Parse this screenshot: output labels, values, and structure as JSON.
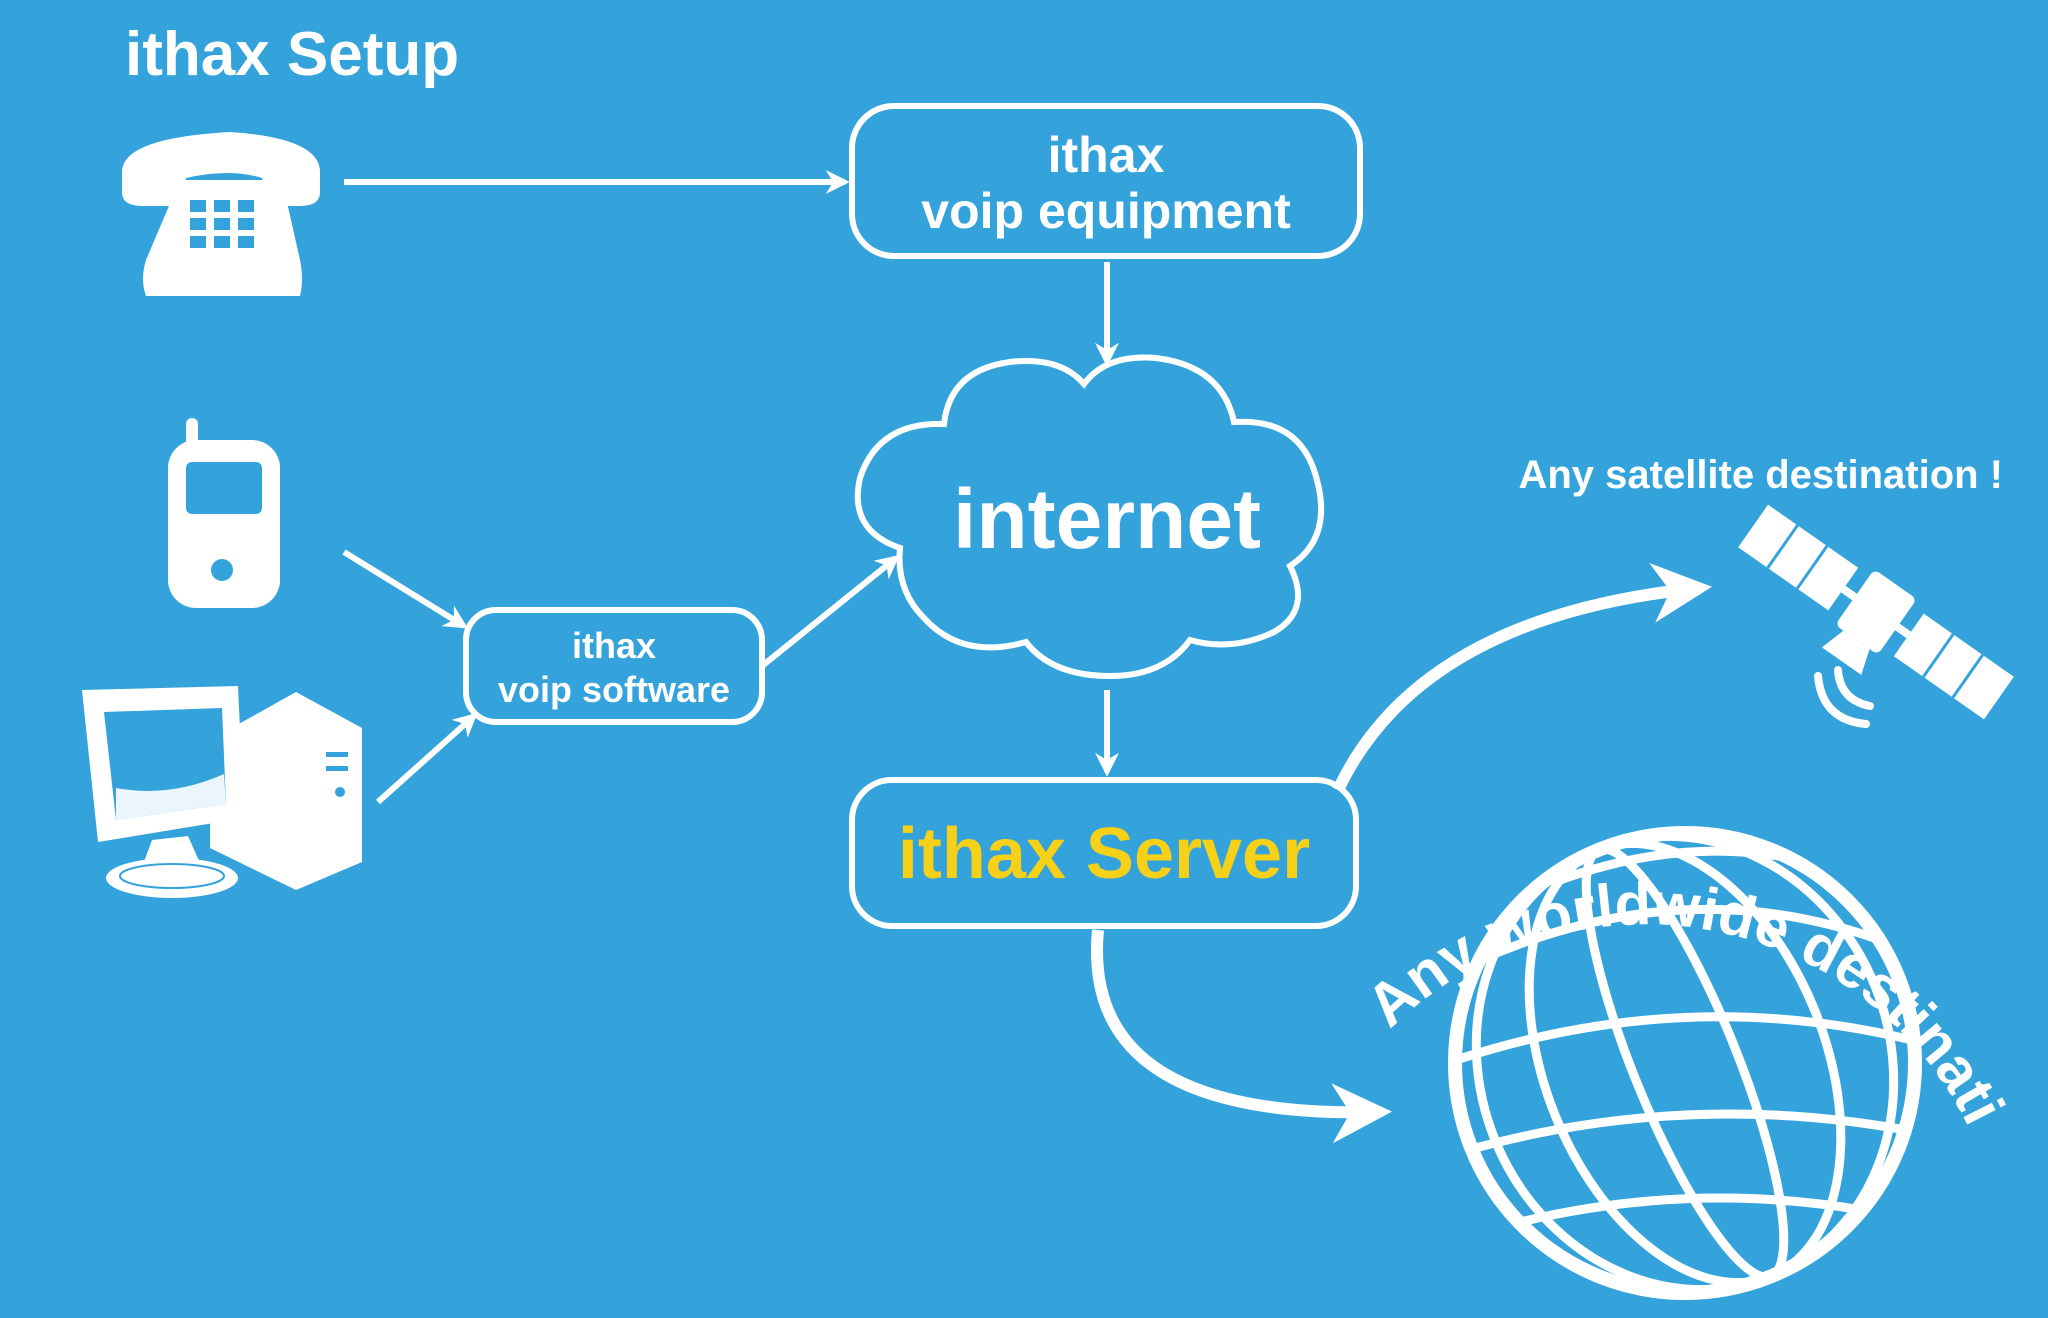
{
  "title": "ithax Setup",
  "nodes": {
    "voip_equipment": {
      "line1": "ithax",
      "line2": "voip equipment"
    },
    "voip_software": {
      "line1": "ithax",
      "line2": "voip software"
    },
    "internet": {
      "label": "internet"
    },
    "server": {
      "label": "ithax Server"
    }
  },
  "destinations": {
    "satellite": "Any satellite destination !",
    "worldwide": "Any worldwide destination !"
  },
  "icons": [
    "desk-phone-icon",
    "mobile-phone-icon",
    "desktop-computer-icon",
    "satellite-icon",
    "globe-icon"
  ],
  "colors": {
    "background": "#34a3dc",
    "foreground": "#ffffff",
    "server_accent": "#f7d117"
  }
}
